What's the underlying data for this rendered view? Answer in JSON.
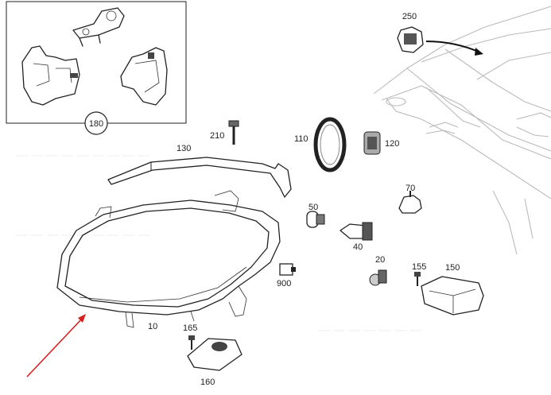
{
  "diagram": {
    "labels": {
      "p10": "10",
      "p20": "20",
      "p40": "40",
      "p50": "50",
      "p70": "70",
      "p110": "110",
      "p120": "120",
      "p130": "130",
      "p150": "150",
      "p155": "155",
      "p160": "160",
      "p165": "165",
      "p180": "180",
      "p210": "210",
      "p250": "250",
      "p900": "900"
    },
    "colors": {
      "line": "#222222",
      "car_outline": "#bbbbbb",
      "pointer_arrow": "#d62020"
    }
  }
}
